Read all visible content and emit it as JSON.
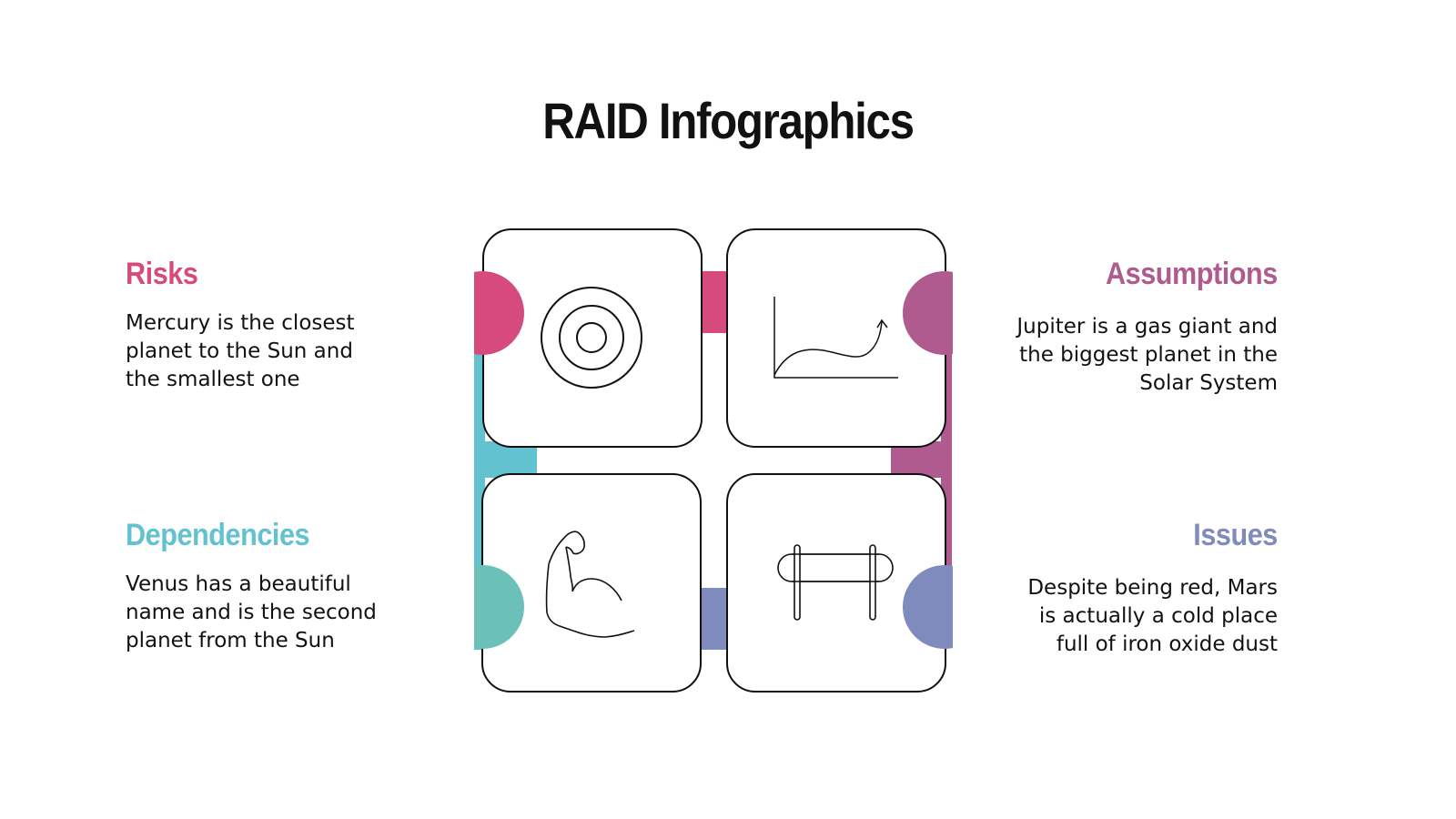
{
  "title": "RAID Infographics",
  "colors": {
    "risks": "#D64B7C",
    "assumptions": "#B05B8F",
    "dependencies_bar": "#63C2D0",
    "dependencies_circle": "#6BC1B7",
    "dependencies_text": "#63C2D0",
    "issues": "#808BBD",
    "outline": "#111111"
  },
  "sections": {
    "risks": {
      "heading": "Risks",
      "lines": [
        "Mercury is the closest",
        "planet to the Sun and",
        "the smallest one"
      ],
      "icon": "target-icon"
    },
    "assumptions": {
      "heading": "Assumptions",
      "lines": [
        "Jupiter is a gas giant and",
        "the biggest planet in the",
        "Solar System"
      ],
      "icon": "growth-chart-icon"
    },
    "dependencies": {
      "heading": "Dependencies",
      "lines": [
        "Venus has a beautiful",
        "name and is the second",
        "planet from the Sun"
      ],
      "icon": "flexed-bicep-icon"
    },
    "issues": {
      "heading": "Issues",
      "lines": [
        "Despite being red, Mars",
        "is actually a cold place",
        "full of iron oxide dust"
      ],
      "icon": "hurdle-icon"
    }
  }
}
